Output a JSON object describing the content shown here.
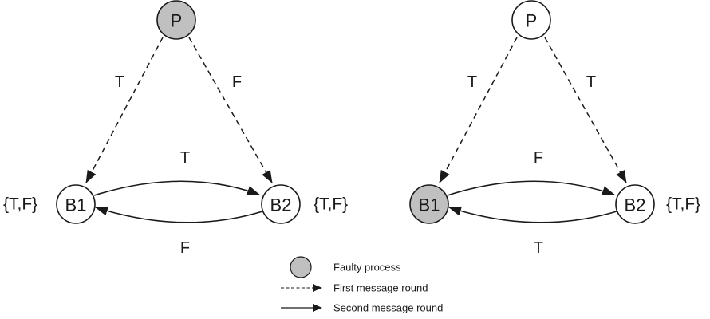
{
  "colors": {
    "faulty": "#c0c0c0",
    "normal": "#ffffff",
    "stroke": "#1a1a1a"
  },
  "diagrams": [
    {
      "nodes": {
        "P": {
          "label": "P",
          "faulty": true
        },
        "B1": {
          "label": "B1",
          "faulty": false
        },
        "B2": {
          "label": "B2",
          "faulty": false
        }
      },
      "edges": {
        "p_b1": "T",
        "p_b2": "F",
        "b1_b2": "T",
        "b2_b1": "F"
      },
      "sets": {
        "B1": "{T,F}",
        "B2": "{T,F}"
      }
    },
    {
      "nodes": {
        "P": {
          "label": "P",
          "faulty": false
        },
        "B1": {
          "label": "B1",
          "faulty": true
        },
        "B2": {
          "label": "B2",
          "faulty": false
        }
      },
      "edges": {
        "p_b1": "T",
        "p_b2": "T",
        "b1_b2": "F",
        "b2_b1": "T"
      },
      "sets": {
        "B2": "{T,F}"
      }
    }
  ],
  "legend": {
    "faulty": "Faulty process",
    "first_round": "First message round",
    "second_round": "Second message round"
  }
}
